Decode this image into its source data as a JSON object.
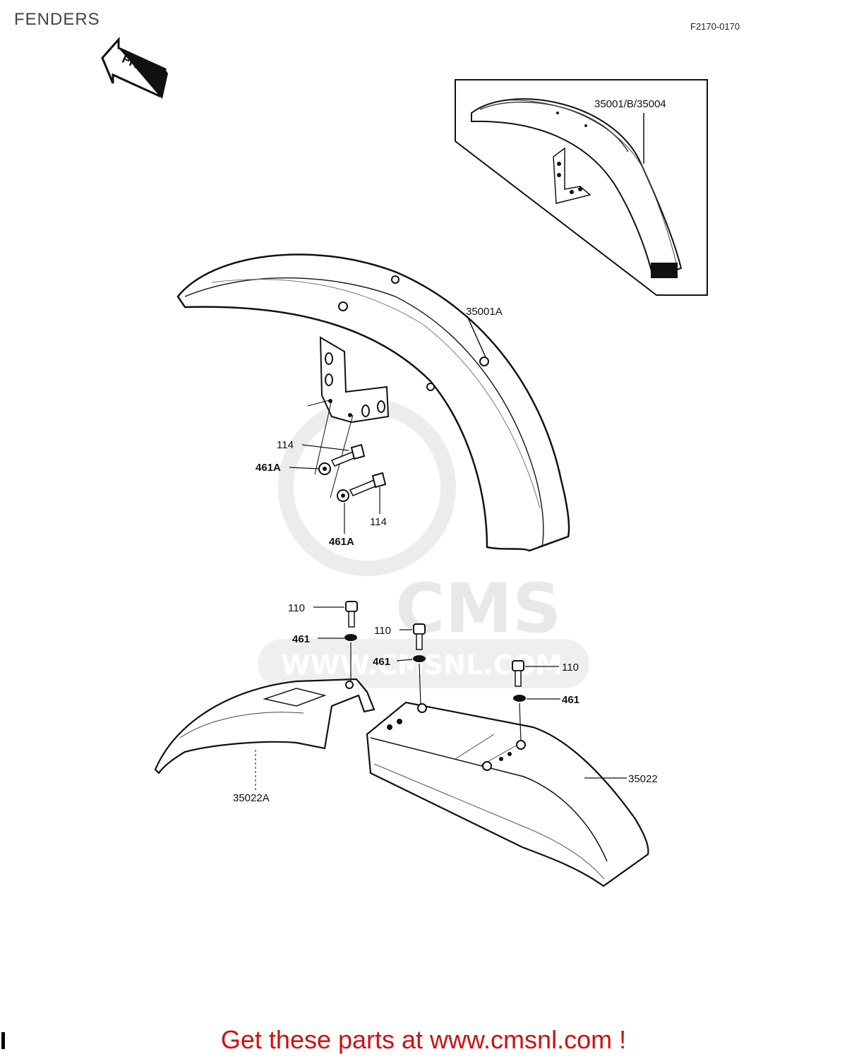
{
  "header": {
    "title": "FENDERS",
    "ref_code": "F2170-0170"
  },
  "direction_arrow": {
    "label": "FRONT"
  },
  "watermark": {
    "brand": "CMS",
    "url": "WWW.CMSNL.COM"
  },
  "callouts": {
    "inset_fender": "35001/B/35004",
    "front_fender": "35001A",
    "bolt_upper": "114",
    "bolt_lower": "114",
    "nut_upper": "461A",
    "nut_lower": "461A",
    "bolt_a": "110",
    "washer_a": "461",
    "bolt_b": "110",
    "washer_b": "461",
    "bolt_c": "110",
    "washer_c": "461",
    "rear_fender_front": "35022A",
    "rear_fender": "35022"
  },
  "footer": {
    "link_text": "Get these parts at www.cmsnl.com !"
  }
}
